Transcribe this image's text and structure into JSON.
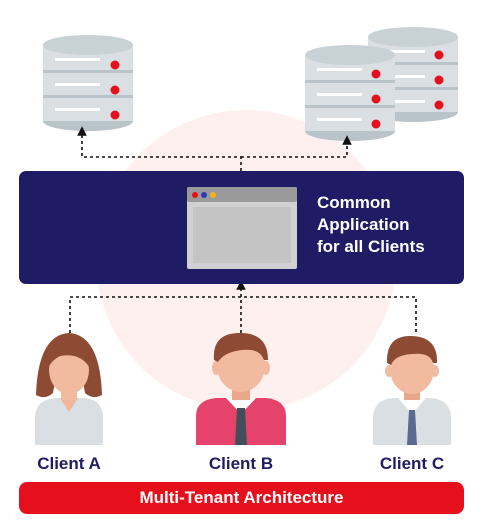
{
  "app": {
    "title_lines": [
      "Common",
      "Application",
      "for all Clients"
    ]
  },
  "clients": [
    {
      "label": "Client A",
      "icon": "female-user-icon"
    },
    {
      "label": "Client B",
      "icon": "male-user-icon"
    },
    {
      "label": "Client C",
      "icon": "male-user-icon"
    }
  ],
  "banner": {
    "label": "Multi-Tenant Architecture"
  },
  "icons": {
    "database": "database-icon",
    "app_window": "app-window-icon",
    "watermark": "logo-watermark"
  },
  "colors": {
    "navy": "#1f1b64",
    "red": "#e5101b",
    "database": "#d9dfe2",
    "database_dark": "#b9c4ca",
    "led": "#e5101b"
  }
}
